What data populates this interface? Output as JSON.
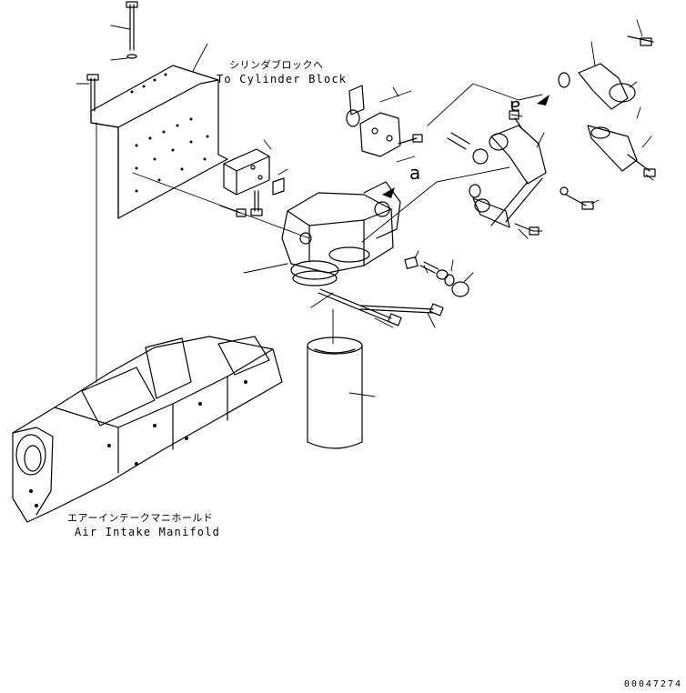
{
  "labels": {
    "to_cylinder_block_jp": "シリンダブロックへ",
    "to_cylinder_block_en": "To Cylinder Block",
    "air_intake_manifold_jp": "エアーインテークマニホールド",
    "air_intake_manifold_en": "Air Intake Manifold"
  },
  "markers": {
    "a_center": "a",
    "a_right": "a"
  },
  "document_number": "00047274"
}
